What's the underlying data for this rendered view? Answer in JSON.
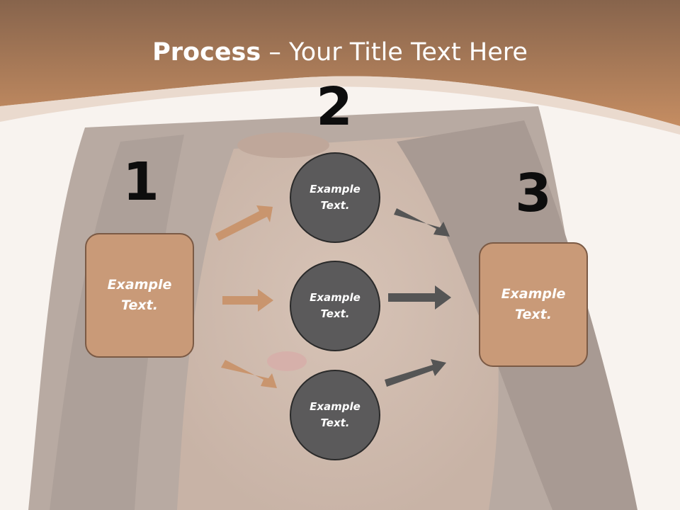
{
  "title": {
    "bold": "Process",
    "dash": " – ",
    "rest": "Your Title Text Here"
  },
  "steps": [
    {
      "number": "1",
      "label_line1": "Example",
      "label_line2": "Text."
    },
    {
      "number": "2"
    },
    {
      "number": "3",
      "label_line1": "Example",
      "label_line2": "Text."
    }
  ],
  "circles": [
    {
      "label_line1": "Example",
      "label_line2": "Text."
    },
    {
      "label_line1": "Example",
      "label_line2": "Text."
    },
    {
      "label_line1": "Example",
      "label_line2": "Text."
    }
  ],
  "colors": {
    "header": "#b9815a",
    "box_fill": "#c99a78",
    "box_border": "#7b5a45",
    "circle_fill": "#5b5a5b",
    "arrow_tan": "#c9956e",
    "arrow_gray": "#555555"
  }
}
